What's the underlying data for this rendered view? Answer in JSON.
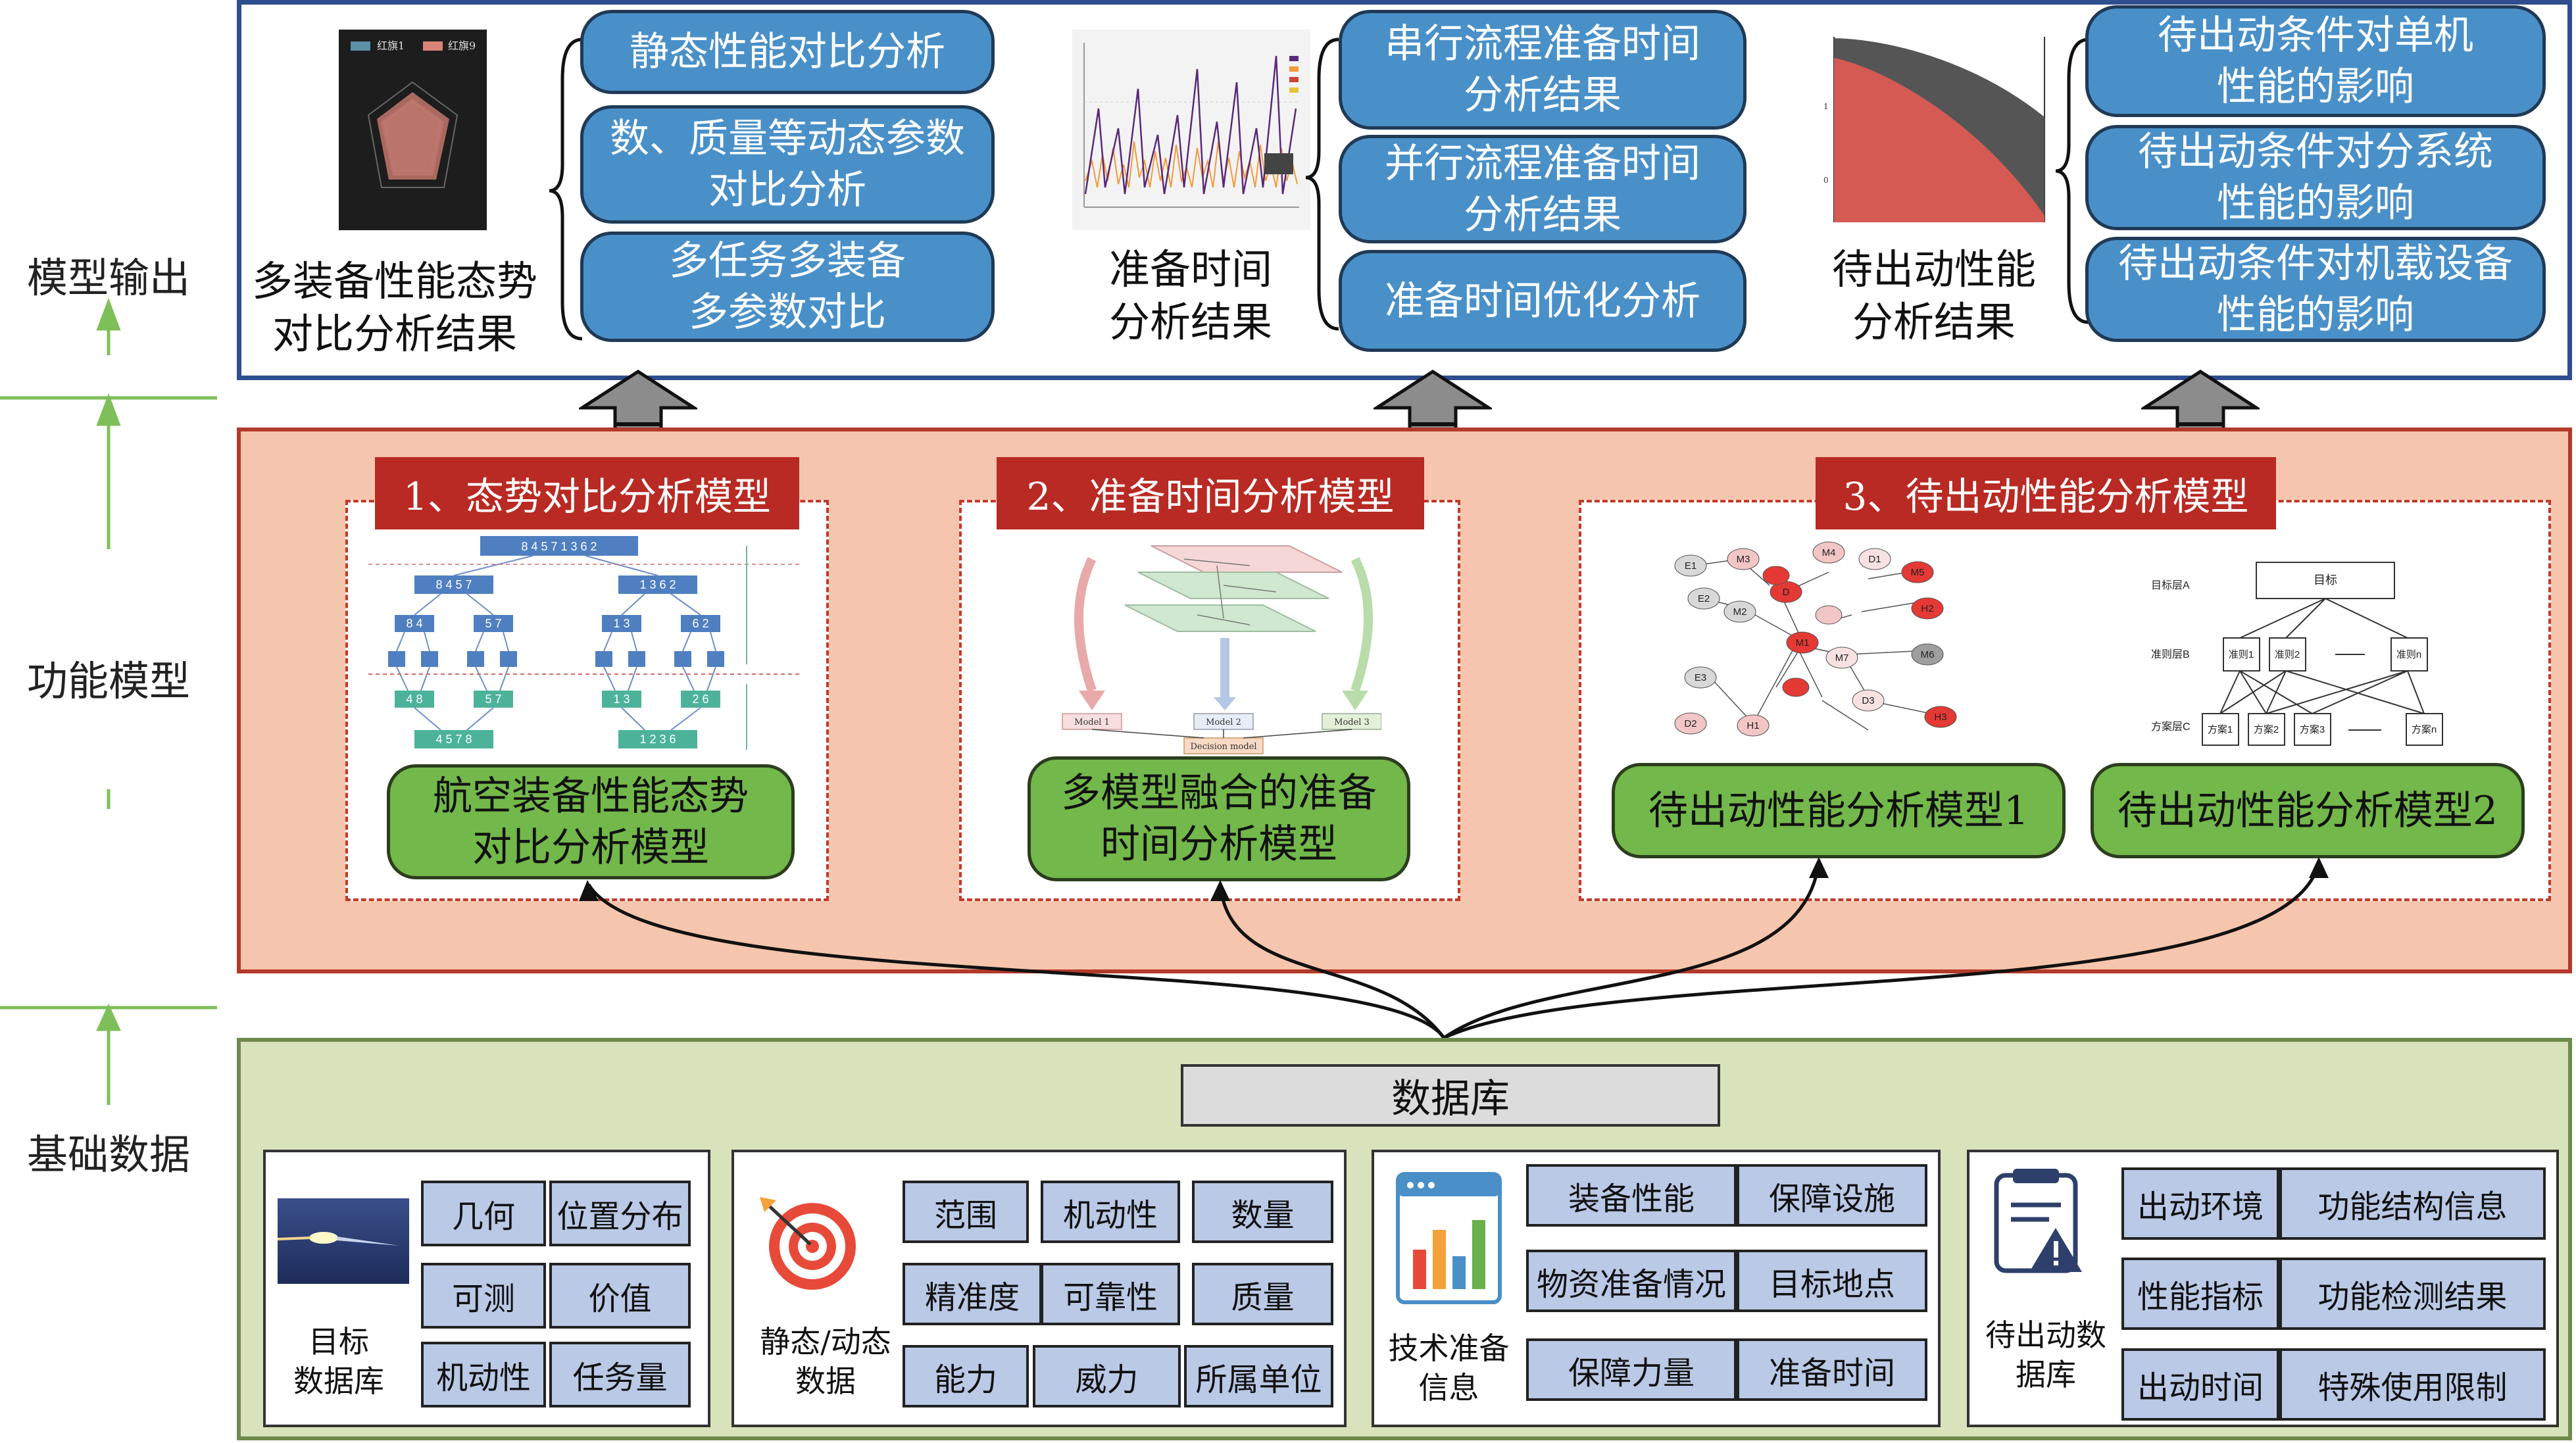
{
  "layers": {
    "output": "模型输出",
    "function": "功能模型",
    "base": "基础数据"
  },
  "output": {
    "group1": {
      "caption": [
        "多装备性能态势",
        "对比分析结果"
      ],
      "legend": [
        "红旗1",
        "红旗9"
      ],
      "items": [
        [
          "静态性能对比分析"
        ],
        [
          "数、质量等动态参数",
          "对比分析"
        ],
        [
          "多任务多装备",
          "多参数对比"
        ]
      ]
    },
    "group2": {
      "caption": [
        "准备时间",
        "分析结果"
      ],
      "items": [
        [
          "串行流程准备时间",
          "分析结果"
        ],
        [
          "并行流程准备时间",
          "分析结果"
        ],
        [
          "准备时间优化分析"
        ]
      ]
    },
    "group3": {
      "caption": [
        "待出动性能",
        "分析结果"
      ],
      "items": [
        [
          "待出动条件对单机",
          "性能的影响"
        ],
        [
          "待出动条件对分系统",
          "性能的影响"
        ],
        [
          "待出动条件对机载设备",
          "性能的影响"
        ]
      ]
    }
  },
  "models": {
    "m1": {
      "title": "1、态势对比分析模型",
      "name": [
        "航空装备性能态势",
        "对比分析模型"
      ],
      "tree": [
        "8 4 5 7 1 3 6 2",
        "8 4 5 7",
        "1 3 6 2",
        "8 4",
        "5 7",
        "1 3",
        "6 2",
        "4 8",
        "5 7",
        "1 3",
        "2 6",
        "4 5 7 8",
        "1 2 3 6"
      ]
    },
    "m2": {
      "title": "2、准备时间分析模型",
      "name": [
        "多模型融合的准备",
        "时间分析模型"
      ],
      "boxes": [
        "Model 1",
        "Model 2",
        "Model 3",
        "Decision model"
      ]
    },
    "m3": {
      "title": "3、待出动性能分析模型",
      "name1": "待出动性能分析模型1",
      "name2": "待出动性能分析模型2",
      "hier_levels": [
        "目标层A",
        "准则层B",
        "方案层C"
      ],
      "hier_goal": "目标",
      "hier_criteria": [
        "准则1",
        "准则2",
        "准则n"
      ],
      "hier_plans": [
        "方案1",
        "方案2",
        "方案3",
        "方案n"
      ],
      "graph_nodes": [
        "E1",
        "M3",
        "M4",
        "D1",
        "E2",
        "D",
        "M5",
        "M2",
        "E3",
        "D2",
        "H1",
        "M1",
        "H2",
        "M7",
        "M6",
        "D3",
        "H3"
      ]
    }
  },
  "database": {
    "title": "数据库",
    "panels": [
      {
        "caption": [
          "目标",
          "数据库"
        ],
        "cells": [
          "几何",
          "位置分布",
          "可测",
          "价值",
          "机动性",
          "任务量"
        ]
      },
      {
        "caption": [
          "静态/动态",
          "数据"
        ],
        "cells": [
          "范围",
          "机动性",
          "数量",
          "精准度",
          "可靠性",
          "质量",
          "能力",
          "威力",
          "所属单位"
        ]
      },
      {
        "caption": [
          "技术准备",
          "信息"
        ],
        "cells": [
          "装备性能",
          "保障设施",
          "物资准备情况",
          "目标地点",
          "保障力量",
          "准备时间"
        ]
      },
      {
        "caption": [
          "待出动数",
          "据库"
        ],
        "cells": [
          "出动环境",
          "功能结构信息",
          "性能指标",
          "功能检测结果",
          "出动时间",
          "特殊使用限制"
        ]
      }
    ]
  },
  "colors": {
    "output_border": "#2f4e8f",
    "function_fill": "#f6c5ad",
    "function_border": "#b33a2a",
    "base_fill": "#d8e3bc",
    "pill_blue": "#4a90c8",
    "pill_green": "#73b84a",
    "title_red": "#b82a23",
    "cell_blue": "#b9c9e6"
  },
  "icons": [
    "missile-photo-icon",
    "target-icon",
    "bar-chart-icon",
    "clipboard-warning-icon"
  ]
}
